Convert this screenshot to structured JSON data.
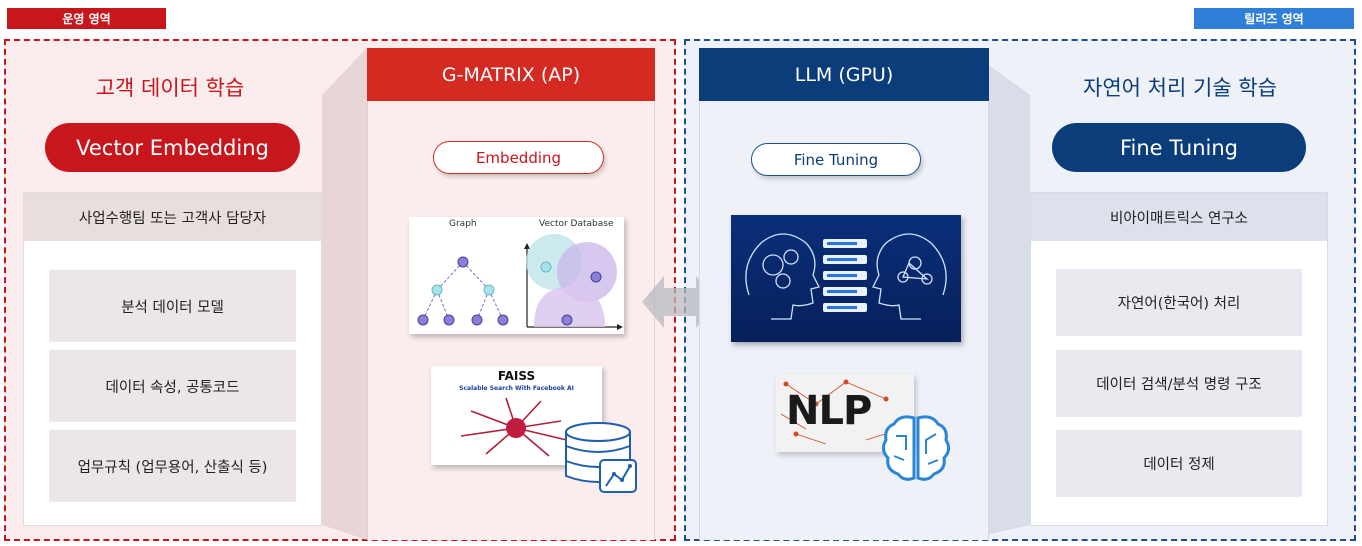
{
  "tags": {
    "left": "운영 영역",
    "right": "릴리즈 영역"
  },
  "colors": {
    "red": "#c8161d",
    "red_head": "#d42a22",
    "navy": "#0b3d7a",
    "blue_tag": "#2f7fd8"
  },
  "left_panel": {
    "title": "고객 데이터 학습",
    "pill": "Vector Embedding",
    "list_header": "사업수행팀 또는 고객사 담당자",
    "items": [
      "분석 데이터 모델",
      "데이터 속성, 공통코드",
      "업무규칙 (업무용어, 산출식 등)"
    ]
  },
  "center_left": {
    "header": "G-MATRIX (AP)",
    "pill": "Embedding",
    "graph_labels": [
      "Graph",
      "Vector Database"
    ],
    "faiss_title": "FAISS",
    "faiss_subtitle": "Scalable Search With Facebook AI"
  },
  "center_right": {
    "header": "LLM (GPU)",
    "pill": "Fine Tuning",
    "nlp_text": "NLP"
  },
  "right_panel": {
    "title": "자연어 처리 기술 학습",
    "pill": "Fine Tuning",
    "list_header": "비아이매트릭스 연구소",
    "items": [
      "자연어(한국어) 처리",
      "데이터 검색/분석 명령 구조",
      "데이터 정제"
    ]
  }
}
